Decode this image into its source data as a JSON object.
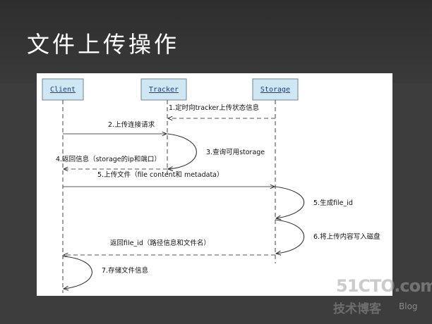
{
  "slide": {
    "title": "文件上传操作"
  },
  "actors": [
    "Client",
    "Tracker",
    "Storage"
  ],
  "messages": [
    "1.定时向tracker上传状态信息",
    "2.上传连接请求",
    "3.查询可用storage",
    "4.返回信息（storage的ip和端口）",
    "5.上传文件（file content和 metadata）",
    "5.生成file_id",
    "6.将上传内容写入磁盘",
    "返回file_id（路径信息和文件名）",
    "7.存储文件信息"
  ],
  "watermark": {
    "brand": "51CTO.com",
    "sub": "技术博客",
    "blog": "Blog"
  },
  "colors": {
    "background": "#3d3d3d",
    "panel": "#ffffff",
    "actor_fill": "#cfe6f3",
    "actor_text": "#1f3d7a"
  }
}
